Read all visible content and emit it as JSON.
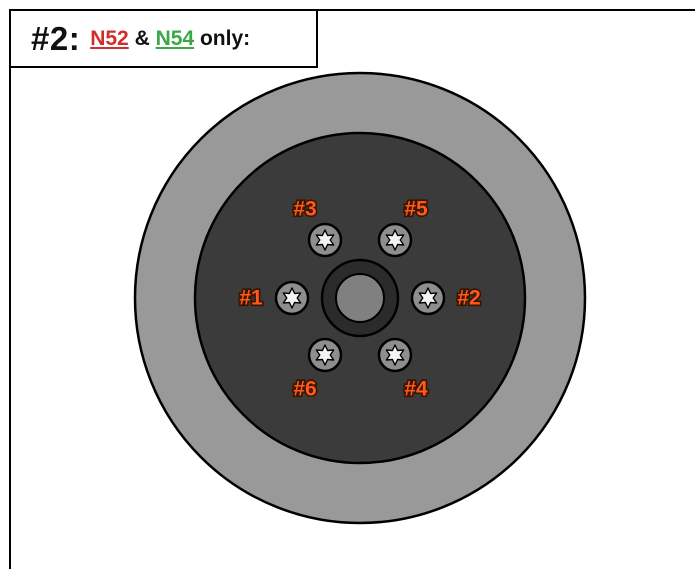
{
  "header": {
    "step": "#2:",
    "model_a": "N52",
    "connector": "&",
    "model_b": "N54",
    "suffix": "only:"
  },
  "colors": {
    "model_a": "#d12d2d",
    "model_b": "#3aa845",
    "outer_ring": "#999999",
    "inner_disc": "#3b3b3b",
    "bolt_head": "#8e8e8e",
    "label_fill": "#ff5a1a"
  },
  "icons": [
    "torx-bolt-icon"
  ],
  "bolts": [
    {
      "label": "#1"
    },
    {
      "label": "#2"
    },
    {
      "label": "#3"
    },
    {
      "label": "#4"
    },
    {
      "label": "#5"
    },
    {
      "label": "#6"
    }
  ]
}
